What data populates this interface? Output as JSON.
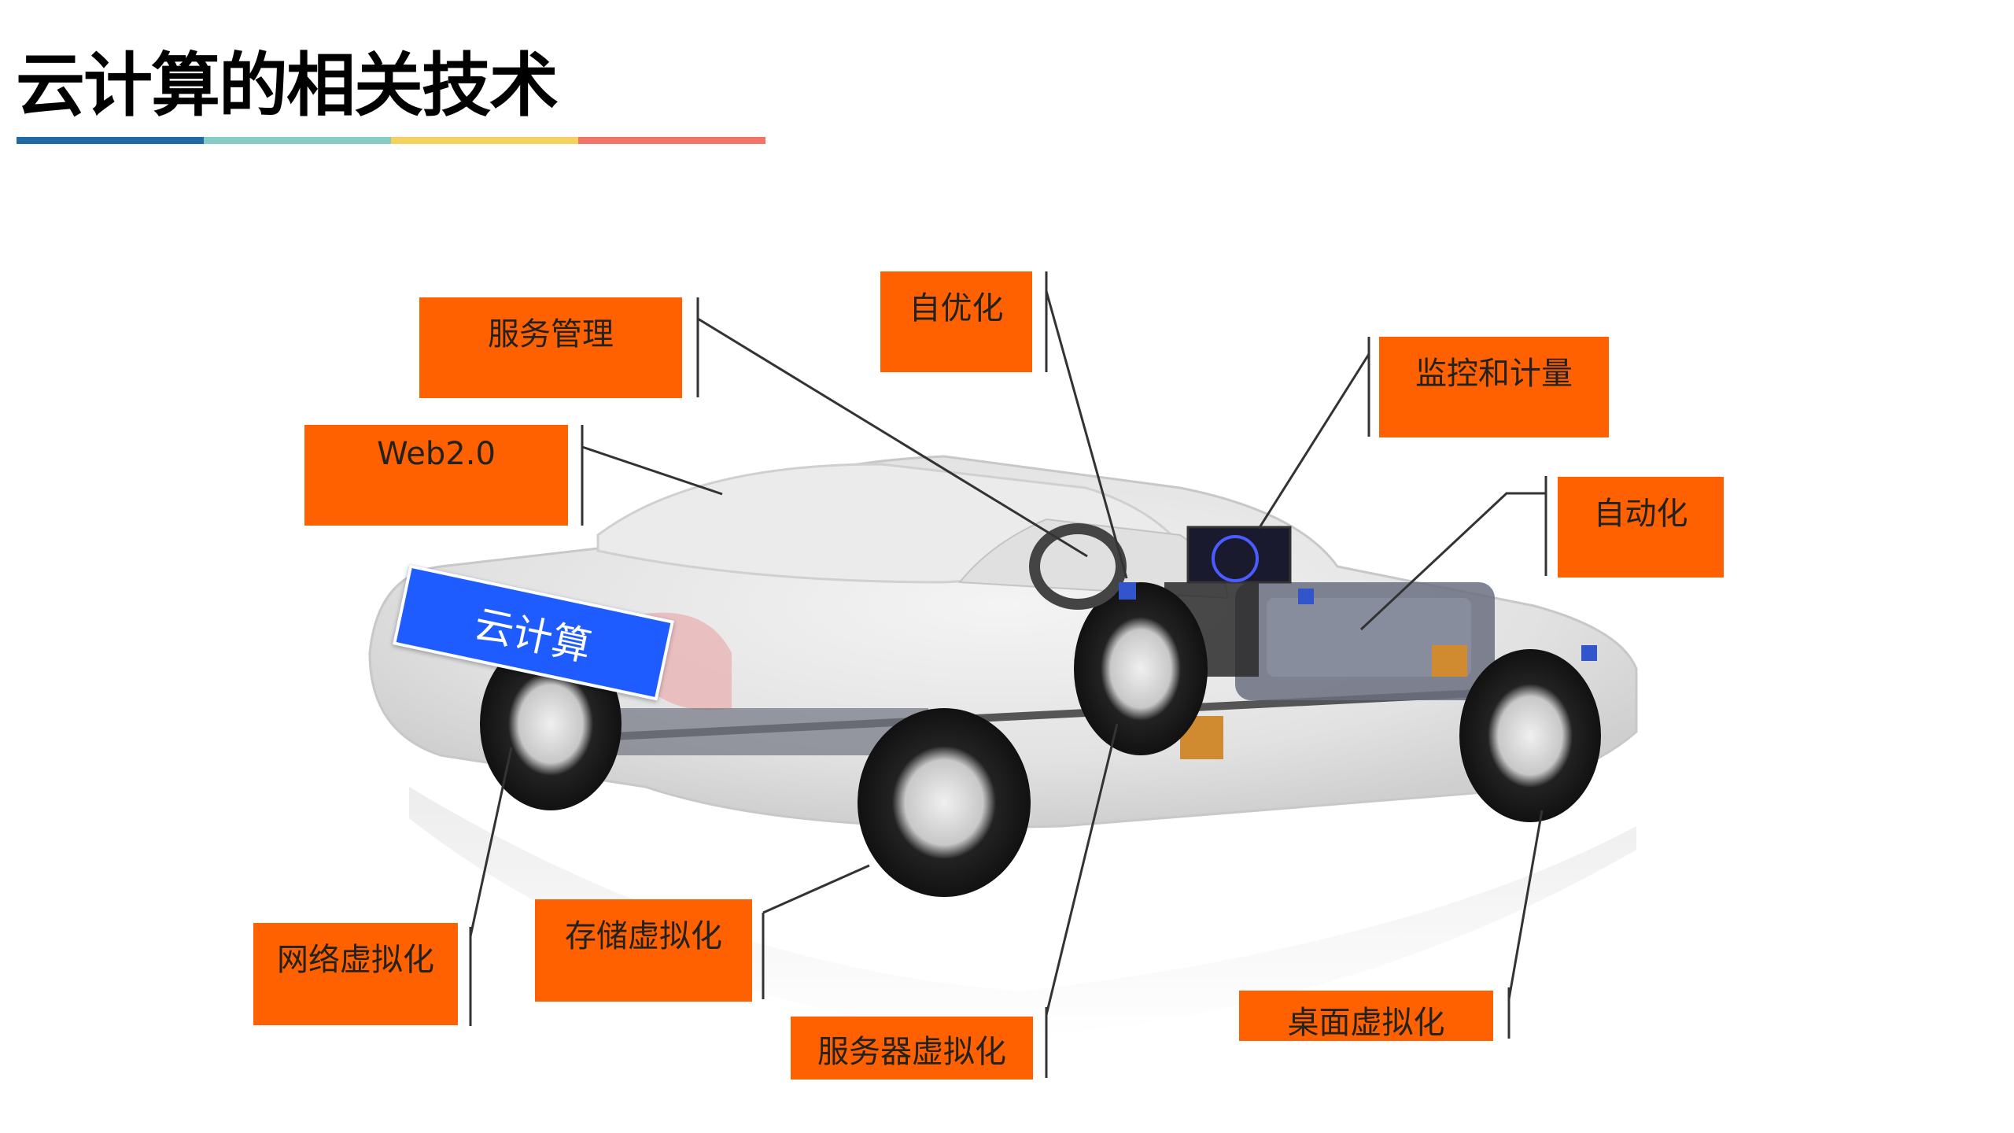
{
  "slide": {
    "title": "云计算的相关技术",
    "title_bar_colors": [
      "#1F6AA5",
      "#86CBC4",
      "#F5D15F",
      "#F07566"
    ]
  },
  "diagram": {
    "center_badge": {
      "label": "云计算",
      "color": "#1F5CFF"
    },
    "label_color": "#FF6000",
    "labels": [
      {
        "id": "service-management",
        "text": "服务管理"
      },
      {
        "id": "web20",
        "text": "Web2.0"
      },
      {
        "id": "self-optimization",
        "text": "自优化"
      },
      {
        "id": "monitoring-metering",
        "text": "监控和计量"
      },
      {
        "id": "automation",
        "text": "自动化"
      },
      {
        "id": "network-virtualization",
        "text": "网络虚拟化"
      },
      {
        "id": "storage-virtualization",
        "text": "存储虚拟化"
      },
      {
        "id": "server-virtualization",
        "text": "服务器虚拟化"
      },
      {
        "id": "desktop-virtualization",
        "text": "桌面虚拟化"
      }
    ]
  }
}
